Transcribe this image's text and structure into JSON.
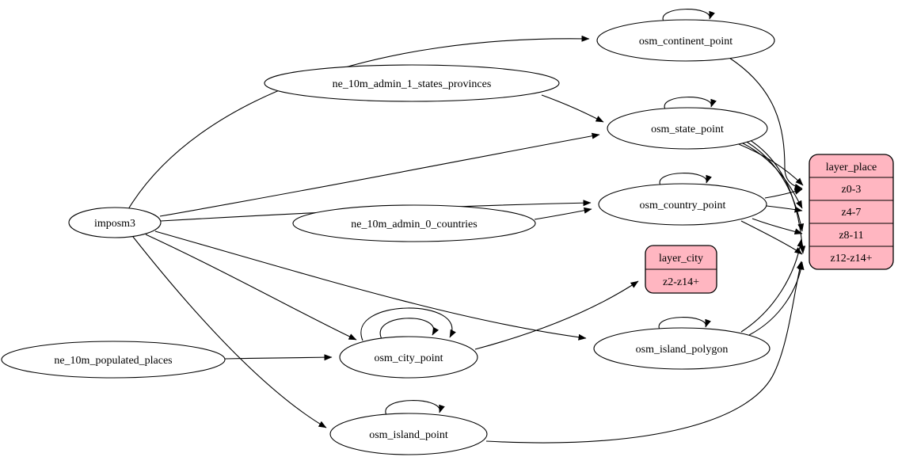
{
  "diagram": {
    "background": "#ffffff",
    "stroke_color": "#000000",
    "record_fill": "#ffb6c1",
    "nodes": [
      {
        "id": "imposm3",
        "label": "imposm3",
        "shape": "ellipse"
      },
      {
        "id": "ne_10m_admin_1_states_provinces",
        "label": "ne_10m_admin_1_states_provinces",
        "shape": "ellipse"
      },
      {
        "id": "osm_continent_point",
        "label": "osm_continent_point",
        "shape": "ellipse"
      },
      {
        "id": "osm_state_point",
        "label": "osm_state_point",
        "shape": "ellipse"
      },
      {
        "id": "osm_country_point",
        "label": "osm_country_point",
        "shape": "ellipse"
      },
      {
        "id": "ne_10m_admin_0_countries",
        "label": "ne_10m_admin_0_countries",
        "shape": "ellipse"
      },
      {
        "id": "osm_city_point",
        "label": "osm_city_point",
        "shape": "ellipse"
      },
      {
        "id": "ne_10m_populated_places",
        "label": "ne_10m_populated_places",
        "shape": "ellipse"
      },
      {
        "id": "osm_island_polygon",
        "label": "osm_island_polygon",
        "shape": "ellipse"
      },
      {
        "id": "osm_island_point",
        "label": "osm_island_point",
        "shape": "ellipse"
      }
    ],
    "records": [
      {
        "id": "layer_place",
        "title": "layer_place",
        "rows": [
          "z0-3",
          "z4-7",
          "z8-11",
          "z12-z14+"
        ]
      },
      {
        "id": "layer_city",
        "title": "layer_city",
        "rows": [
          "z2-z14+"
        ]
      }
    ],
    "edges": [
      {
        "from": "imposm3",
        "to": "osm_continent_point"
      },
      {
        "from": "imposm3",
        "to": "osm_state_point"
      },
      {
        "from": "imposm3",
        "to": "osm_country_point"
      },
      {
        "from": "imposm3",
        "to": "osm_city_point"
      },
      {
        "from": "imposm3",
        "to": "osm_island_polygon"
      },
      {
        "from": "imposm3",
        "to": "osm_island_point"
      },
      {
        "from": "ne_10m_admin_1_states_provinces",
        "to": "osm_state_point"
      },
      {
        "from": "ne_10m_admin_0_countries",
        "to": "osm_country_point"
      },
      {
        "from": "ne_10m_populated_places",
        "to": "osm_city_point"
      },
      {
        "from": "osm_continent_point",
        "to": "osm_continent_point",
        "self_loop": true
      },
      {
        "from": "osm_state_point",
        "to": "osm_state_point",
        "self_loop": true
      },
      {
        "from": "osm_country_point",
        "to": "osm_country_point",
        "self_loop": true
      },
      {
        "from": "osm_city_point",
        "to": "osm_city_point",
        "self_loop": true
      },
      {
        "from": "osm_city_point",
        "to": "osm_city_point",
        "self_loop": true
      },
      {
        "from": "osm_island_polygon",
        "to": "osm_island_polygon",
        "self_loop": true
      },
      {
        "from": "osm_island_point",
        "to": "osm_island_point",
        "self_loop": true
      },
      {
        "from": "osm_continent_point",
        "to": "layer_place",
        "to_port": "z0-3"
      },
      {
        "from": "osm_state_point",
        "to": "layer_place",
        "to_port": "z0-3"
      },
      {
        "from": "osm_state_point",
        "to": "layer_place",
        "to_port": "z4-7"
      },
      {
        "from": "osm_state_point",
        "to": "layer_place",
        "to_port": "z8-11"
      },
      {
        "from": "osm_state_point",
        "to": "layer_place",
        "to_port": "z12-z14+"
      },
      {
        "from": "osm_country_point",
        "to": "layer_place",
        "to_port": "z0-3"
      },
      {
        "from": "osm_country_point",
        "to": "layer_place",
        "to_port": "z4-7"
      },
      {
        "from": "osm_country_point",
        "to": "layer_place",
        "to_port": "z8-11"
      },
      {
        "from": "osm_country_point",
        "to": "layer_place",
        "to_port": "z12-z14+"
      },
      {
        "from": "osm_island_polygon",
        "to": "layer_place",
        "to_port": "z8-11"
      },
      {
        "from": "osm_island_polygon",
        "to": "layer_place",
        "to_port": "z12-z14+"
      },
      {
        "from": "osm_island_point",
        "to": "layer_place",
        "to_port": "z12-z14+"
      },
      {
        "from": "osm_city_point",
        "to": "layer_city",
        "to_port": "z2-z14+"
      }
    ]
  }
}
